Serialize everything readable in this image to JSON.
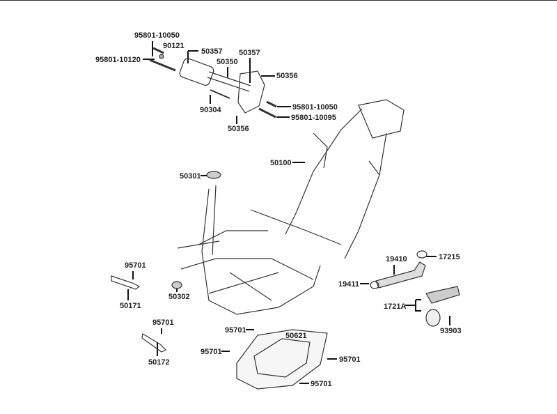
{
  "labels": {
    "p_95801_10050_a": "95801-10050",
    "p_90121": "90121",
    "p_95801_10120": "95801-10120",
    "p_50357_a": "50357",
    "p_50350": "50350",
    "p_50357_b": "50357",
    "p_50356_a": "50356",
    "p_90304": "90304",
    "p_95801_10050_b": "95801-10050",
    "p_95801_10095": "95801-10095",
    "p_50356_b": "50356",
    "p_50100": "50100",
    "p_50301": "50301",
    "p_95701_a": "95701",
    "p_50171": "50171",
    "p_50302": "50302",
    "p_95701_b": "95701",
    "p_50172": "50172",
    "p_95701_c": "95701",
    "p_50621": "50621",
    "p_95701_d": "95701",
    "p_95701_e": "95701",
    "p_95701_f": "95701",
    "p_19410": "19410",
    "p_17215": "17215",
    "p_19411": "19411",
    "p_1721A": "1721A",
    "p_93903": "93903"
  }
}
